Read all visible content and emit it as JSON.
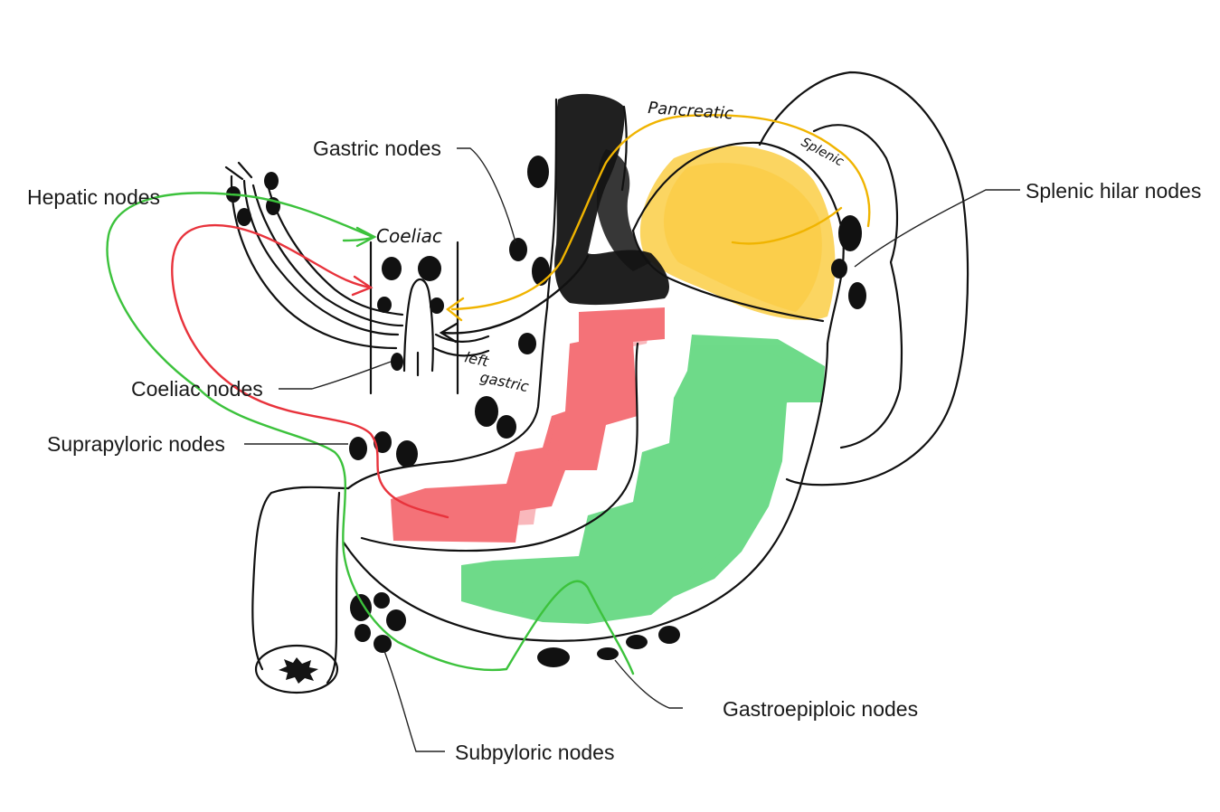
{
  "labels": {
    "gastric_nodes": "Gastric nodes",
    "hepatic_nodes": "Hepatic nodes",
    "coeliac_nodes": "Coeliac nodes",
    "suprapyloric_nodes": "Suprapyloric nodes",
    "splenic_hilar_nodes": "Splenic hilar nodes",
    "gastroepiploic_nodes": "Gastroepiploic nodes",
    "subpyloric_nodes": "Subpyloric nodes"
  },
  "handwritten": {
    "coeliac": "Coeliac",
    "pancreatic": "Pancreatic",
    "splenic": "Splenic",
    "left_gastric_1": "left",
    "left_gastric_2": "gastric"
  },
  "colors": {
    "red_zone": "#f2545b",
    "green_zone": "#4fd370",
    "yellow_zone": "#fbd050",
    "black_zone": "#141414",
    "hepatic_path": "#3cc23c",
    "left_gastric_path": "#e8333c",
    "pancreatic_path": "#f0b400",
    "outline": "#111111"
  }
}
